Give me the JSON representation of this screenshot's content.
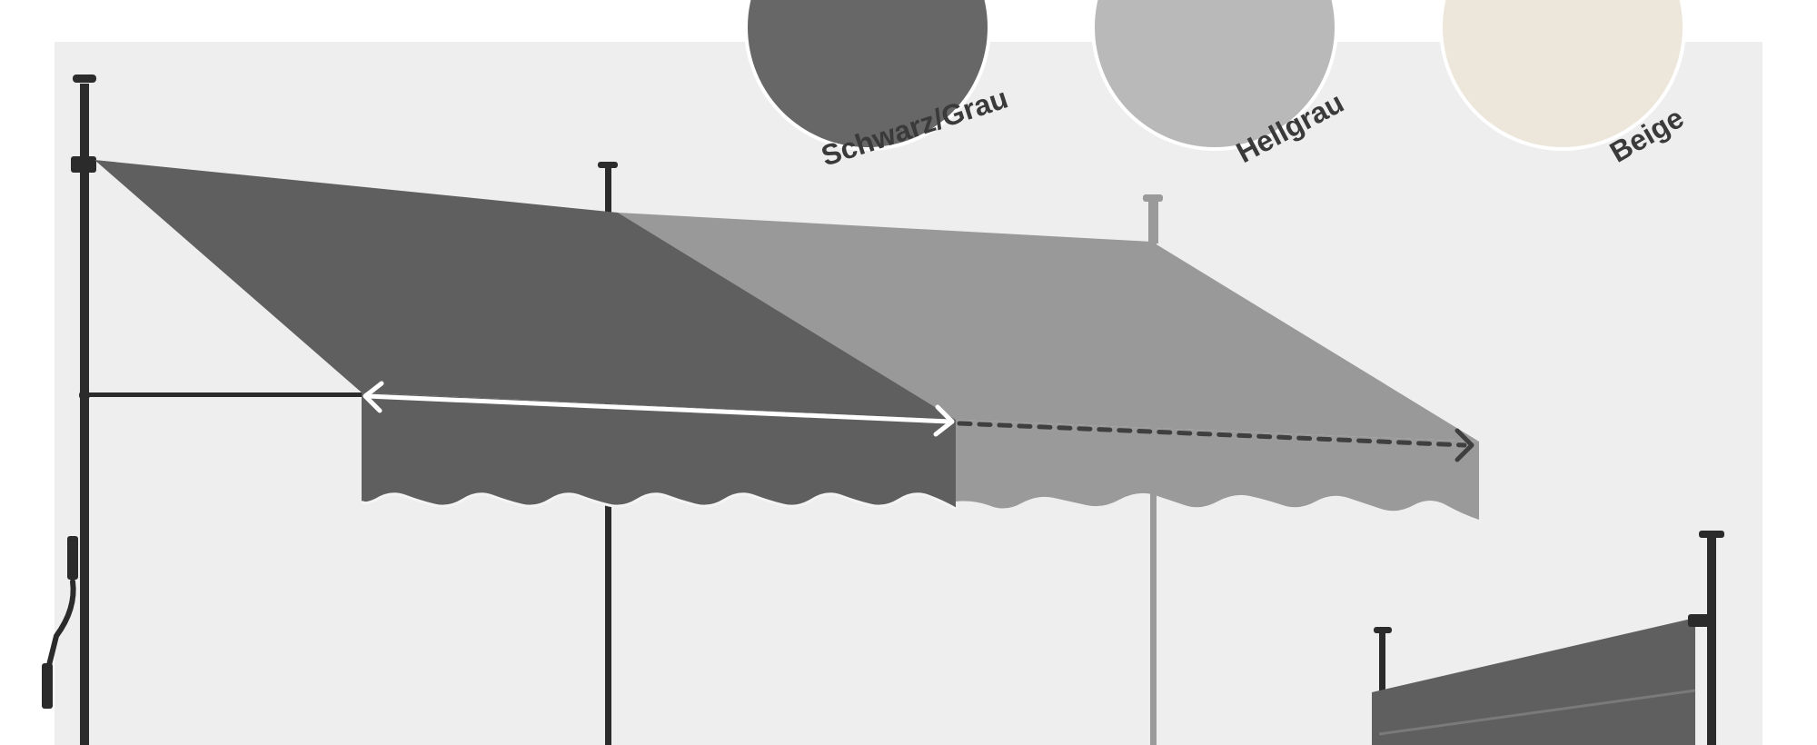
{
  "colors": {
    "page_background": "#ffffff",
    "panel_background": "#eeeeee",
    "fabric_dark": "#5f5f5f",
    "fabric_light_grey": "#9a9a9a",
    "fabric_beige": "#ede6db",
    "swatch_dark": "#676767",
    "swatch_light_grey": "#b9b9b9",
    "swatch_beige": "#ede6db",
    "frame_metal": "#2b2b2b",
    "label_text": "#3a3a3a"
  },
  "swatches": [
    {
      "label": "Schwarz/Grau",
      "color": "#676767"
    },
    {
      "label": "Hellgrau",
      "color": "#b9b9b9"
    },
    {
      "label": "Beige",
      "color": "#ede6db"
    }
  ],
  "icons": {
    "extension_arrow": "double-headed-arrow-icon",
    "extension_range": "dashed-arrow-icon",
    "crank": "hand-crank-icon"
  }
}
